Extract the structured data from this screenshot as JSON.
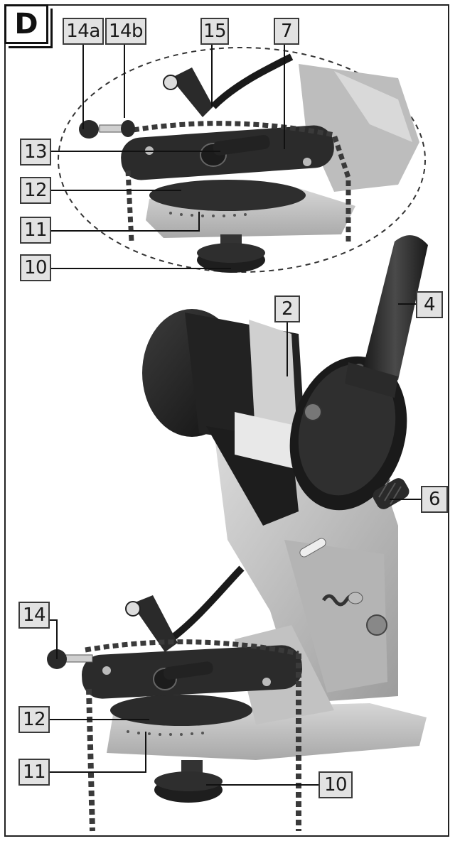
{
  "figure": {
    "panel_letter": "D",
    "callouts": {
      "c14a": "14a",
      "c14b": "14b",
      "c15": "15",
      "c7": "7",
      "c13": "13",
      "c12_top": "12",
      "c11_top": "11",
      "c10_top": "10",
      "c2": "2",
      "c4": "4",
      "c6": "6",
      "c14": "14",
      "c12_bottom": "12",
      "c11_bottom": "11",
      "c10_bottom": "10"
    }
  },
  "colors": {
    "body_light": "#c9c9c9",
    "body_mid": "#9a9a9a",
    "body_dark": "#2a2a2a",
    "label_fill": "#e2e2e2",
    "frame": "#222222"
  }
}
